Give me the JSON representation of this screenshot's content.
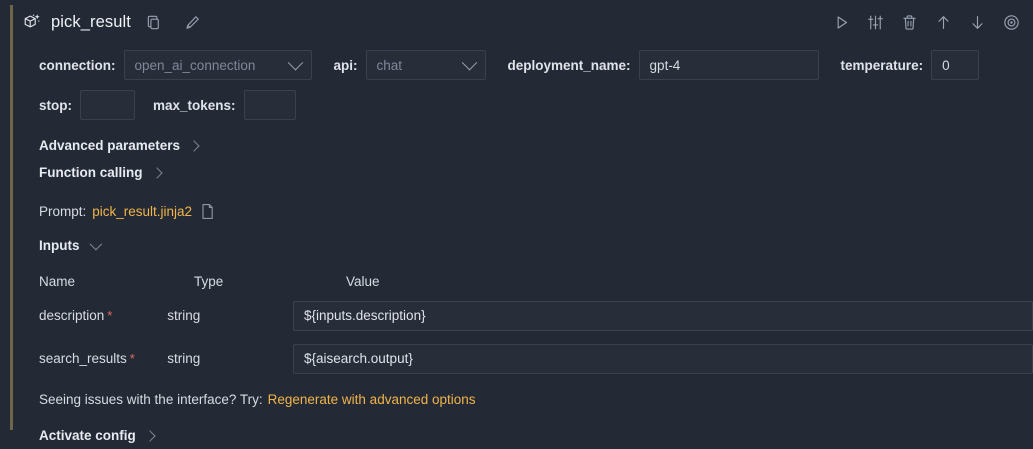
{
  "header": {
    "title": "pick_result",
    "node_icon": "cube-sparkle-icon",
    "copy_icon": "copy-icon",
    "edit_icon": "pencil-edit-icon",
    "actions": [
      {
        "name": "run-icon",
        "glyph": "play"
      },
      {
        "name": "settings-icon",
        "glyph": "sliders"
      },
      {
        "name": "delete-icon",
        "glyph": "trash"
      },
      {
        "name": "move-up-icon",
        "glyph": "arrow-up"
      },
      {
        "name": "move-down-icon",
        "glyph": "arrow-down"
      },
      {
        "name": "target-icon",
        "glyph": "target"
      }
    ]
  },
  "params": {
    "connection_label": "connection:",
    "connection_value": "open_ai_connection",
    "api_label": "api:",
    "api_value": "chat",
    "deployment_label": "deployment_name:",
    "deployment_value": "gpt-4",
    "temperature_label": "temperature:",
    "temperature_value": "0",
    "stop_label": "stop:",
    "stop_value": "",
    "max_tokens_label": "max_tokens:",
    "max_tokens_value": ""
  },
  "sections": {
    "advanced_parameters": "Advanced parameters",
    "function_calling": "Function calling",
    "inputs": "Inputs",
    "activate_config": "Activate config"
  },
  "prompt": {
    "label": "Prompt:",
    "file": "pick_result.jinja2",
    "file_icon": "file-icon"
  },
  "inputs_table": {
    "columns": [
      "Name",
      "Type",
      "Value"
    ],
    "rows": [
      {
        "name": "description",
        "required": "*",
        "type": "string",
        "value": "${inputs.description}"
      },
      {
        "name": "search_results",
        "required": "*",
        "type": "string",
        "value": "${aisearch.output}"
      }
    ]
  },
  "hint": {
    "text": "Seeing issues with the interface? Try:",
    "link": "Regenerate with advanced options"
  },
  "colors": {
    "background": "#242a35",
    "accent_bar": "#6e6649",
    "link_amber": "#f0b44a",
    "required_red": "#e36a63",
    "control_border": "#39404e"
  }
}
